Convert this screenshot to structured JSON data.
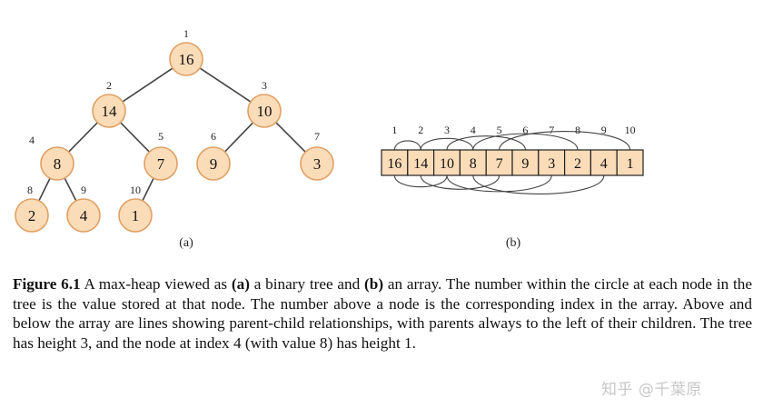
{
  "tree": {
    "nodes": [
      {
        "index": "1",
        "value": "16"
      },
      {
        "index": "2",
        "value": "14"
      },
      {
        "index": "3",
        "value": "10"
      },
      {
        "index": "4",
        "value": "8"
      },
      {
        "index": "5",
        "value": "7"
      },
      {
        "index": "6",
        "value": "9"
      },
      {
        "index": "7",
        "value": "3"
      },
      {
        "index": "8",
        "value": "2"
      },
      {
        "index": "9",
        "value": "4"
      },
      {
        "index": "10",
        "value": "1"
      }
    ],
    "label": "(a)"
  },
  "array": {
    "indices": [
      "1",
      "2",
      "3",
      "4",
      "5",
      "6",
      "7",
      "8",
      "9",
      "10"
    ],
    "values": [
      "16",
      "14",
      "10",
      "8",
      "7",
      "9",
      "3",
      "2",
      "4",
      "1"
    ],
    "label": "(b)"
  },
  "caption": {
    "figure_label": "Figure 6.1",
    "t1": " A max-heap viewed as ",
    "a_label": "(a)",
    "t2": " a binary tree and ",
    "b_label": "(b)",
    "t3": " an array. The number within the circle at each node in the tree is the value stored at that node. The number above a node is the corresponding index in the array. Above and below the array are lines showing parent-child relationships, with parents always to the left of their children. The tree has height 3, and the node at index 4 (with value 8) has height 1."
  },
  "watermark": "知乎 @千葉原",
  "colors": {
    "node_fill": "#fbdcb8",
    "node_stroke": "#e0a064",
    "cell_fill": "#fbdcb8",
    "cell_stroke": "#222222",
    "line": "#444444"
  }
}
